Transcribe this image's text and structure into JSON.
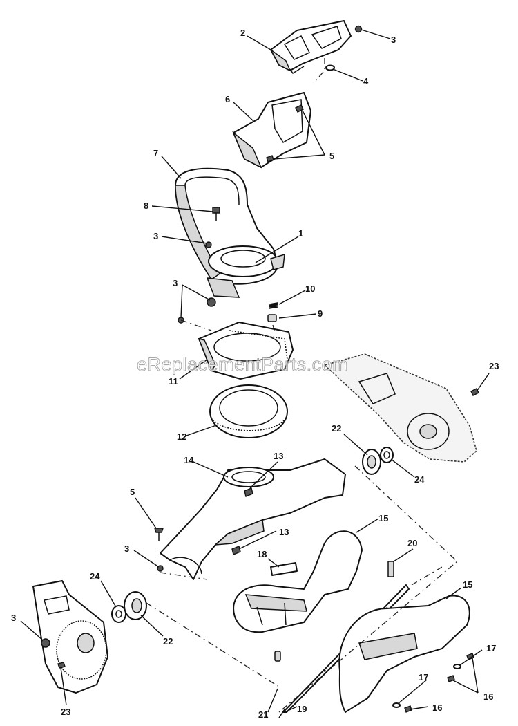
{
  "watermark": "eReplacementParts.com",
  "callouts": {
    "c1": "1",
    "c2": "2",
    "c3a": "3",
    "c3b": "3",
    "c3c": "3",
    "c3d": "3",
    "c3e": "3",
    "c4": "4",
    "c5a": "5",
    "c5b": "5",
    "c6": "6",
    "c7": "7",
    "c8": "8",
    "c9": "9",
    "c10": "10",
    "c11": "11",
    "c12": "12",
    "c13a": "13",
    "c13b": "13",
    "c14": "14",
    "c15a": "15",
    "c15b": "15",
    "c16a": "16",
    "c16b": "16",
    "c17a": "17",
    "c17b": "17",
    "c18": "18",
    "c19": "19",
    "c20": "20",
    "c21": "21",
    "c22a": "22",
    "c22b": "22",
    "c23a": "23",
    "c23b": "23",
    "c24a": "24",
    "c24b": "24"
  }
}
